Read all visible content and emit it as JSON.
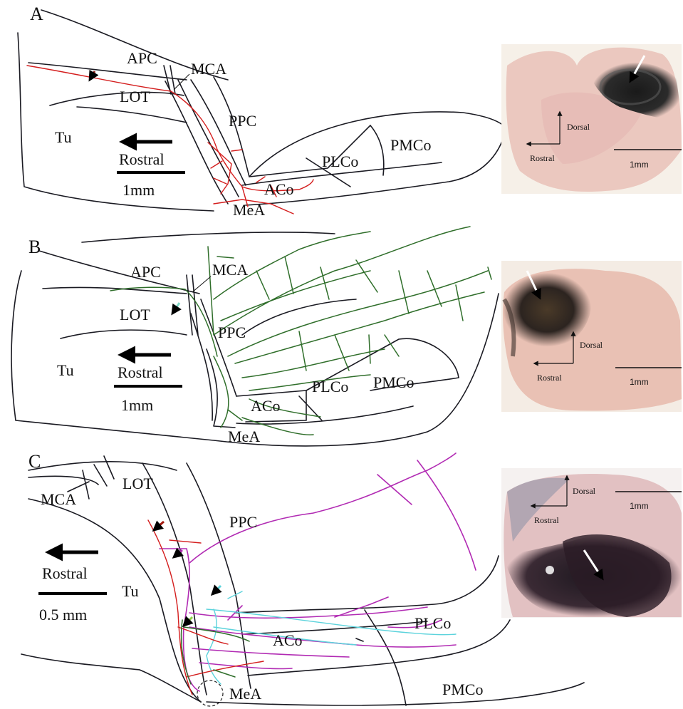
{
  "panels": {
    "a": {
      "letter": "A",
      "labels": {
        "apc": "APC",
        "mca": "MCA",
        "lot": "LOT",
        "ppc": "PPC",
        "tu": "Tu",
        "plco": "PLCo",
        "pmco": "PMCo",
        "aco": "ACo",
        "mea": "MeA"
      },
      "scale": {
        "direction": "Rostral",
        "length": "1mm"
      },
      "axon_color": "#d41e1e",
      "photo": {
        "dorsal": "Dorsal",
        "rostral": "Rostral",
        "scale": "1mm"
      }
    },
    "b": {
      "letter": "B",
      "labels": {
        "apc": "APC",
        "mca": "MCA",
        "lot": "LOT",
        "ppc": "PPC",
        "tu": "Tu",
        "plco": "PLCo",
        "pmco": "PMCo",
        "aco": "ACo",
        "mea": "MeA"
      },
      "scale": {
        "direction": "Rostral",
        "length": "1mm"
      },
      "axon_color": "#2f6e2a",
      "photo": {
        "dorsal": "Dorsal",
        "rostral": "Rostral",
        "scale": "1mm"
      }
    },
    "c": {
      "letter": "C",
      "labels": {
        "mca": "MCA",
        "lot": "LOT",
        "ppc": "PPC",
        "tu": "Tu",
        "plco": "PLCo",
        "pmco": "PMCo",
        "aco": "ACo",
        "mea": "MeA"
      },
      "scale": {
        "direction": "Rostral",
        "length": "0.5 mm"
      },
      "axon_colors": [
        "#d41e1e",
        "#b12ab3",
        "#5cd3dc",
        "#2f6e2a"
      ],
      "photo": {
        "dorsal": "Dorsal",
        "rostral": "Rostral",
        "scale": "1mm"
      }
    }
  }
}
